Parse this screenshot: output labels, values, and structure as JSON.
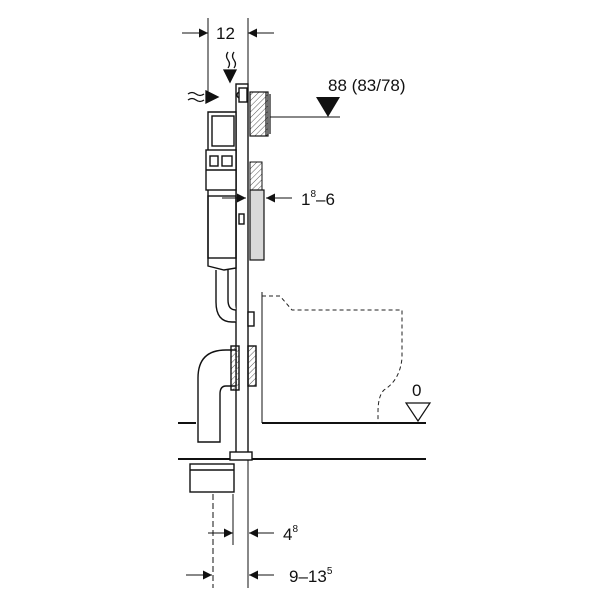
{
  "diagram": {
    "colors": {
      "line": "#111111",
      "hatch": "#555555",
      "fill_gray": "#d9d9d9",
      "dashed": "#222222"
    },
    "labels": {
      "top_width": "12",
      "height_main": "88",
      "height_alt": "(83/78)",
      "depth_main": "1",
      "depth_sup": "8",
      "depth_rest": "–6",
      "floor_level": "0",
      "pipe_offset_main": "4",
      "pipe_offset_sup": "8",
      "wall_range_main": "9–13",
      "wall_range_sup": "5"
    },
    "icons": {
      "cistern_inlet": "wavy-arrow-down-icon",
      "side_inlet": "wavy-arrow-right-icon",
      "height_marker": "filled-triangle-icon",
      "floor_marker": "outline-triangle-icon"
    }
  }
}
